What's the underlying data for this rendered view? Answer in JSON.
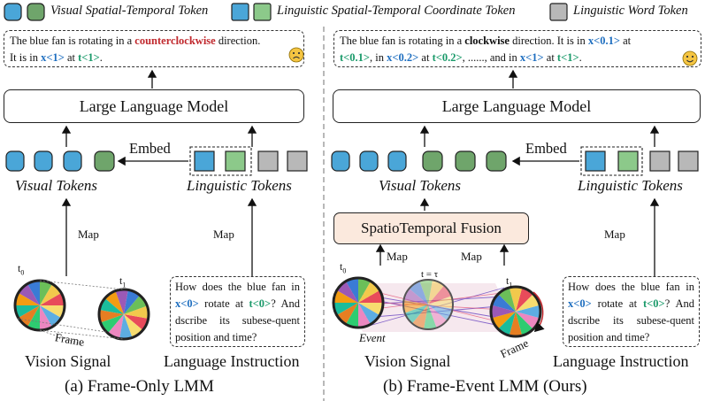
{
  "legend": {
    "visual_label": "Visual Spatial-Temporal Token",
    "coord_label": "Linguistic Spatial-Temporal Coordinate Token",
    "word_label": "Linguistic Word Token"
  },
  "left": {
    "output": {
      "p1": "The blue fan is rotating in a ",
      "dir": "counterclockwise",
      "p2": " direction.",
      "p3": "It is in ",
      "x": "x<1>",
      "p4": " at ",
      "t": "t<1>",
      "p5": "."
    },
    "llm": "Large Language Model",
    "embed": "Embed",
    "visual_tokens": "Visual Tokens",
    "linguistic_tokens": "Linguistic Tokens",
    "map1": "Map",
    "map2": "Map",
    "t0": "t",
    "t0_sub": "0",
    "t1": "t",
    "t1_sub": "1",
    "frame": "Frame",
    "instruction": {
      "a": "How does the blue fan in ",
      "x": "x<0>",
      "b": " rotate at ",
      "t": "t<0>",
      "c": "? And dscribe its subese-quent position and time?"
    },
    "vision_signal": "Vision Signal",
    "language_instruction": "Language Instruction",
    "caption": "(a) Frame-Only LMM"
  },
  "right": {
    "output": {
      "p1": "The blue fan is rotating in a ",
      "dir": "clockwise",
      "p2": " direction. It is in ",
      "x1": "x<0.1>",
      "p3": " at",
      "t1": "t<0.1>",
      "p4": ", in ",
      "x2": "x<0.2>",
      "p5": " at ",
      "t2": "t<0.2>",
      "p6": ", ......, and in ",
      "x3": "x<1>",
      "p7": " at ",
      "t3": "t<1>",
      "p8": "."
    },
    "llm": "Large Language Model",
    "embed": "Embed",
    "visual_tokens": "Visual Tokens",
    "linguistic_tokens": "Linguistic Tokens",
    "fusion": "SpatioTemporal Fusion",
    "map1": "Map",
    "map2": "Map",
    "map3": "Map",
    "t0": "t",
    "t0_sub": "0",
    "tau": "t = τ",
    "t1": "t",
    "t1_sub": "1",
    "event": "Event",
    "frame": "Frame",
    "instruction": {
      "a": "How does the blue fan in ",
      "x": "x<0>",
      "b": " rotate at ",
      "t": "t<0>",
      "c": "? And dscribe its subese-quent position and time?"
    },
    "vision_signal": "Vision Signal",
    "language_instruction": "Language Instruction",
    "caption": "(b) Frame-Event LMM (Ours)"
  },
  "colors": {
    "visual_token": "#4aa6d8",
    "coord_token": "#8cc98a",
    "word_token": "#b8b8b8",
    "dark_green_token": "#6fa56b",
    "fusion_bg": "#fbe9dd"
  }
}
